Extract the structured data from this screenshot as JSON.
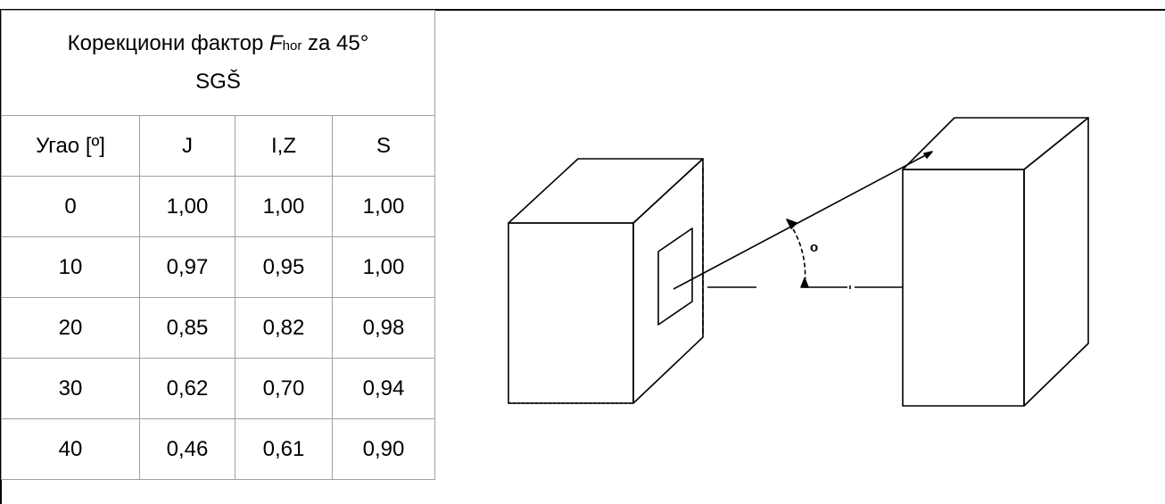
{
  "table": {
    "title_prefix": "Корекциони фактор ",
    "title_symbol": "F",
    "title_subscript": "hor",
    "title_suffix": " za 45°",
    "title_line2": "SGŠ",
    "headers": [
      "Угао [º]",
      "J",
      "I,Z",
      "S"
    ],
    "rows": [
      [
        "0",
        "1,00",
        "1,00",
        "1,00"
      ],
      [
        "10",
        "0,97",
        "0,95",
        "1,00"
      ],
      [
        "20",
        "0,85",
        "0,82",
        "0,98"
      ],
      [
        "30",
        "0,62",
        "0,70",
        "0,94"
      ],
      [
        "40",
        "0,46",
        "0,61",
        "0,90"
      ]
    ]
  },
  "diagram": {
    "angle_label": "o"
  }
}
